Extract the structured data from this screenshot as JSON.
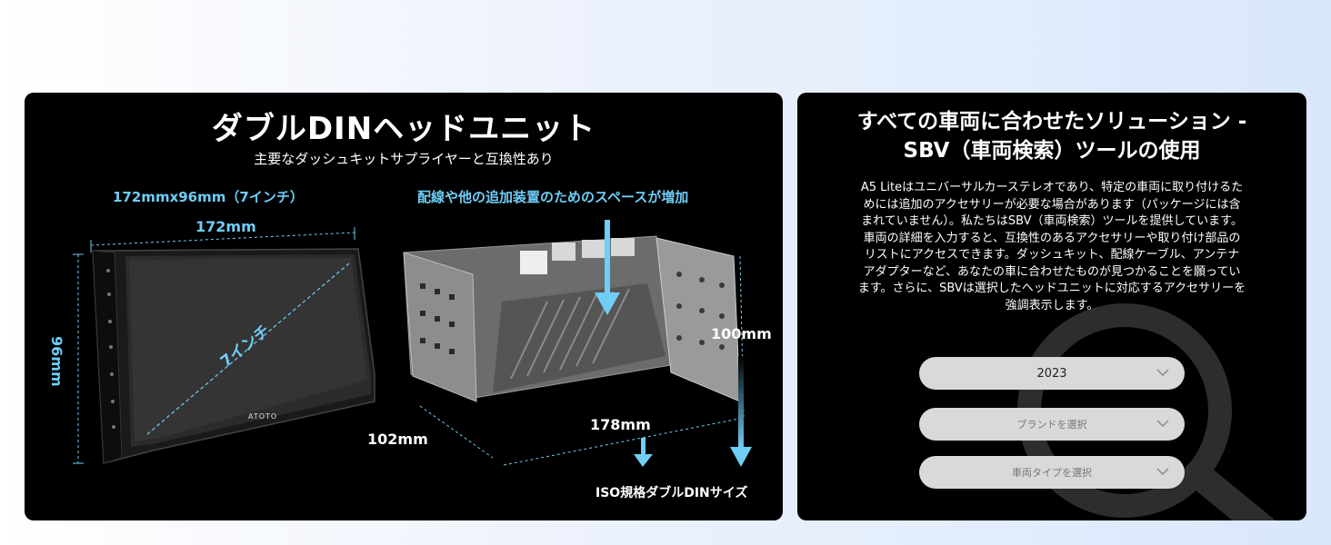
{
  "left_panel": {
    "title": "ダブルDINヘッドユニット",
    "subtitle": "主要なダッシュキットサプライヤーと互換性あり",
    "screen_size_label": "172mmx96mm（7インチ）",
    "width_label": "172mm",
    "height_label": "96mm",
    "diagonal_label": "7インチ",
    "brand_logo": "ATOTO",
    "space_label": "配線や他の追加装置のためのスペースが増加",
    "depth_label": "178mm",
    "side_label": "102mm",
    "unit_height_label": "100mm",
    "iso_label": "ISO規格ダブルDINサイズ",
    "accent_color": "#6fcdf6"
  },
  "right_panel": {
    "title_line1": "すべての車両に合わせたソリューション -",
    "title_line2": "SBV（車両検索）ツールの使用",
    "body_lines": [
      "A5 Liteはユニバーサルカーステレオであり、特定の車両に取り付けるた",
      "めには追加のアクセサリーが必要な場合があります（パッケージには含",
      "まれていません）。私たちはSBV（車両検索）ツールを提供しています。",
      "車両の詳細を入力すると、互換性のあるアクセサリーや取り付け部品の",
      "リストにアクセスできます。ダッシュキット、配線ケーブル、アンテナ",
      "アダプターなど、あなたの車に合わせたものが見つかることを願ってい",
      "ます。さらに、SBVは選択したヘッドユニットに対応するアクセサリーを",
      "強調表示します。"
    ],
    "year_select": {
      "value": "2023"
    },
    "brand_select": {
      "placeholder": "ブランドを選択"
    },
    "type_select": {
      "placeholder": "車両タイプを選択"
    },
    "icons": [
      "chevron-down-icon",
      "magnifier-icon"
    ]
  }
}
